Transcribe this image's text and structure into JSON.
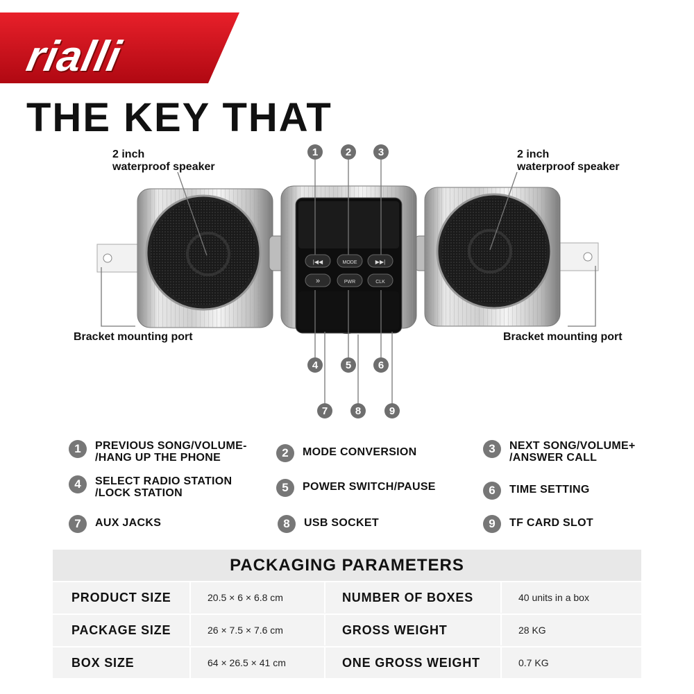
{
  "brand": {
    "name": "rialli"
  },
  "headline": "THE KEY THAT",
  "callouts": {
    "speaker_left": "2 inch\nwaterproof speaker",
    "speaker_right": "2 inch\nwaterproof speaker",
    "bracket_left": "Bracket mounting port",
    "bracket_right": "Bracket mounting port"
  },
  "buttons": {
    "prev": "|◀◀",
    "mode": "MODE",
    "next": "▶▶|",
    "fwd": "»",
    "pwr": "PWR",
    "clk": "CLK"
  },
  "numbers": [
    "1",
    "2",
    "3",
    "4",
    "5",
    "6",
    "7",
    "8",
    "9"
  ],
  "legend": [
    {
      "num": "1",
      "text": "PREVIOUS SONG/VOLUME-\n/HANG UP THE PHONE"
    },
    {
      "num": "2",
      "text": "MODE CONVERSION"
    },
    {
      "num": "3",
      "text": "NEXT SONG/VOLUME+\n/ANSWER CALL"
    },
    {
      "num": "4",
      "text": "SELECT RADIO STATION\n/LOCK STATION"
    },
    {
      "num": "5",
      "text": "POWER SWITCH/PAUSE"
    },
    {
      "num": "6",
      "text": "TIME SETTING"
    },
    {
      "num": "7",
      "text": "AUX JACKS"
    },
    {
      "num": "8",
      "text": "USB SOCKET"
    },
    {
      "num": "9",
      "text": "TF CARD SLOT"
    }
  ],
  "params": {
    "title": "PACKAGING PARAMETERS",
    "rows": [
      {
        "k1": "PRODUCT SIZE",
        "v1": "20.5 × 6 × 6.8 cm",
        "k2": "NUMBER OF BOXES",
        "v2": "40 units in a box"
      },
      {
        "k1": "PACKAGE SIZE",
        "v1": "26 × 7.5 × 7.6 cm",
        "k2": "GROSS WEIGHT",
        "v2": "28 KG"
      },
      {
        "k1": "BOX SIZE",
        "v1": "64 × 26.5 × 41 cm",
        "k2": "ONE GROSS WEIGHT",
        "v2": "0.7 KG"
      }
    ]
  },
  "colors": {
    "brand_red": "#d0101c",
    "badge_gray": "#707070",
    "table_bg": "#f3f3f3"
  }
}
